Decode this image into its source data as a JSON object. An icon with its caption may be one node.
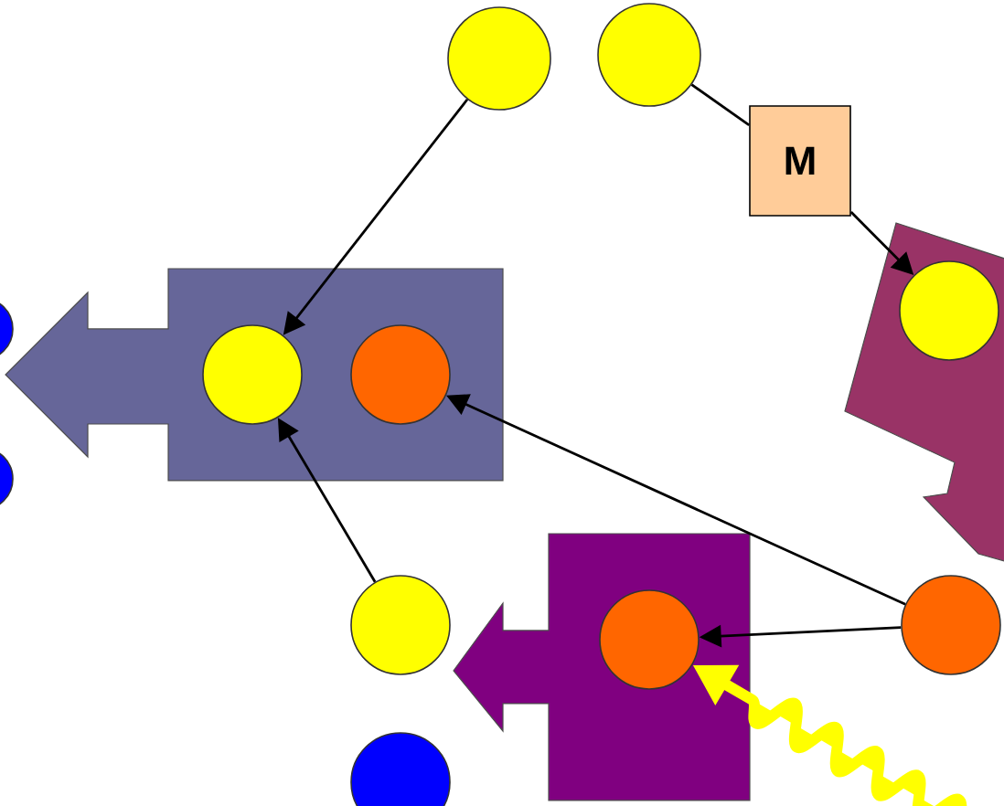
{
  "diagram": {
    "nodes": [
      {
        "text": [],
        "shape": "circle"
      },
      {
        "text": [],
        "shape": "circle"
      },
      {
        "text": [
          "M"
        ]
      },
      {
        "text": [],
        "shape": "box"
      },
      {
        "text": [],
        "shape": "circle",
        "in": 3
      },
      {
        "text": [],
        "shape": "circle",
        "in": 3
      },
      {
        "text": [],
        "shape": "box"
      },
      {
        "text": [],
        "shape": "circle",
        "in": 6
      },
      {
        "text": [],
        "shape": "circle"
      },
      {
        "text": [],
        "shape": "box"
      },
      {
        "text": [],
        "shape": "circle",
        "in": 9
      },
      {
        "text": [],
        "shape": "circle"
      },
      {
        "text": [],
        "shape": "circle"
      },
      {
        "text": [],
        "shape": "circle"
      },
      {
        "text": [],
        "shape": "circle"
      }
    ],
    "edges": [
      {
        "from": 0,
        "to": 4,
        "arrow": "to"
      },
      {
        "from": 1,
        "to": 2,
        "arrow": "none"
      },
      {
        "from": 2,
        "to": 7,
        "arrow": "to"
      },
      {
        "from": 11,
        "to": 5,
        "arrow": "to"
      },
      {
        "from": 8,
        "to": 4,
        "arrow": "to"
      },
      {
        "from": 11,
        "to": 10,
        "arrow": "to"
      },
      {
        "from": null,
        "to": 10,
        "arrow": "to",
        "style": "thick",
        "color": "#ffff00"
      }
    ]
  }
}
